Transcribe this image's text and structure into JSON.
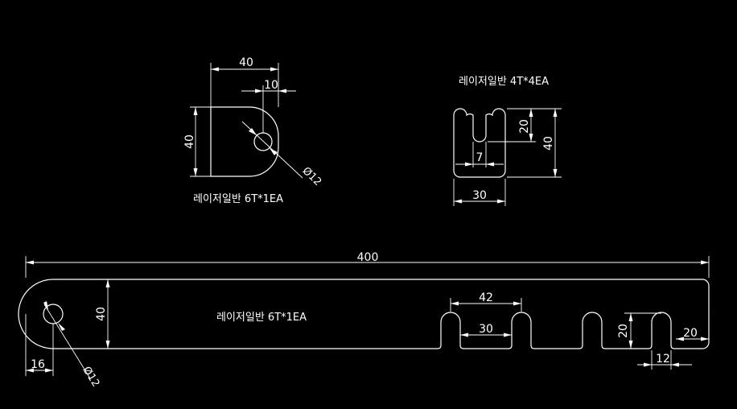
{
  "colors": {
    "background": "#000000",
    "stroke": "#ffffff",
    "text": "#ffffff"
  },
  "part_a": {
    "dim_width": "40",
    "dim_offset": "10",
    "dim_height": "40",
    "dim_hole": "Ø12",
    "note": "레이저일반 6T*1EA"
  },
  "part_b": {
    "note": "레이저일반 4T*4EA",
    "dim_slot_depth": "20",
    "dim_height": "40",
    "dim_slot_width": "7",
    "dim_width": "30"
  },
  "part_c": {
    "dim_length": "400",
    "dim_height": "40",
    "note": "레이저일반 6T*1EA",
    "dim_pitch": "42",
    "dim_gap": "30",
    "dim_slot_depth": "20",
    "dim_end": "20",
    "dim_slot_width": "12",
    "dim_hole_offset": "16",
    "dim_hole": "Ø12"
  }
}
